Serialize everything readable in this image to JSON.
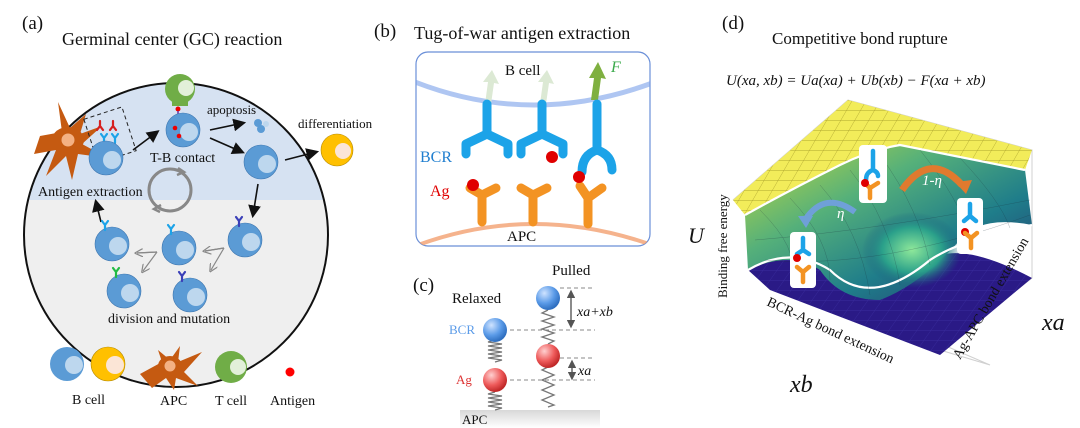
{
  "panel_a": {
    "label": "(a)",
    "title": "Germinal center (GC) reaction",
    "labels": {
      "antigen_extraction": "Antigen extraction",
      "tb_contact": "T-B contact",
      "apoptosis": "apoptosis",
      "differentiation": "differentiation",
      "division_mutation": "division and mutation"
    },
    "legend": [
      {
        "label": "B cell",
        "icon": "b-cell-icon"
      },
      {
        "label": "APC",
        "icon": "apc-icon"
      },
      {
        "label": "T cell",
        "icon": "t-cell-icon"
      },
      {
        "label": "Antigen",
        "icon": "antigen-icon"
      }
    ],
    "colors": {
      "light_zone": "#d6e2f2",
      "dark_zone": "#efefef",
      "b_cell": "#5b9bd5",
      "b_cell_nucleus": "#bdd7ee",
      "plasma_cell": "#ffc000",
      "t_cell": "#70ad47",
      "apc": "#c55a11",
      "antigen": "#ff0000"
    }
  },
  "panel_b": {
    "label": "(b)",
    "title": "Tug-of-war antigen extraction",
    "b_cell": "B cell",
    "bcr": "BCR",
    "ag": "Ag",
    "apc": "APC",
    "force": "F",
    "colors": {
      "bcr": "#1ca3e8",
      "ag_receptor": "#f39323",
      "antigen": "#e00000",
      "force": "#70ad47"
    }
  },
  "panel_c": {
    "label": "(c)",
    "relaxed": "Relaxed",
    "pulled": "Pulled",
    "bcr": "BCR",
    "ag": "Ag",
    "apc": "APC",
    "xa_plus_xb": "xa+xb",
    "xa": "xa"
  },
  "panel_d": {
    "label": "(d)",
    "title": "Competitive bond rupture",
    "equation": "U(xa, xb) = Ua(xa) + Ub(xb) − F(xa + xb)",
    "z_label_symbol": "U",
    "z_label": "Binding free energy",
    "xb_axis": "BCR-Ag bond extension",
    "xb_symbol": "xb",
    "xa_axis": "Ag-APC bond extension",
    "xa_symbol": "xa",
    "eta": "η",
    "one_minus_eta": "1-η"
  }
}
